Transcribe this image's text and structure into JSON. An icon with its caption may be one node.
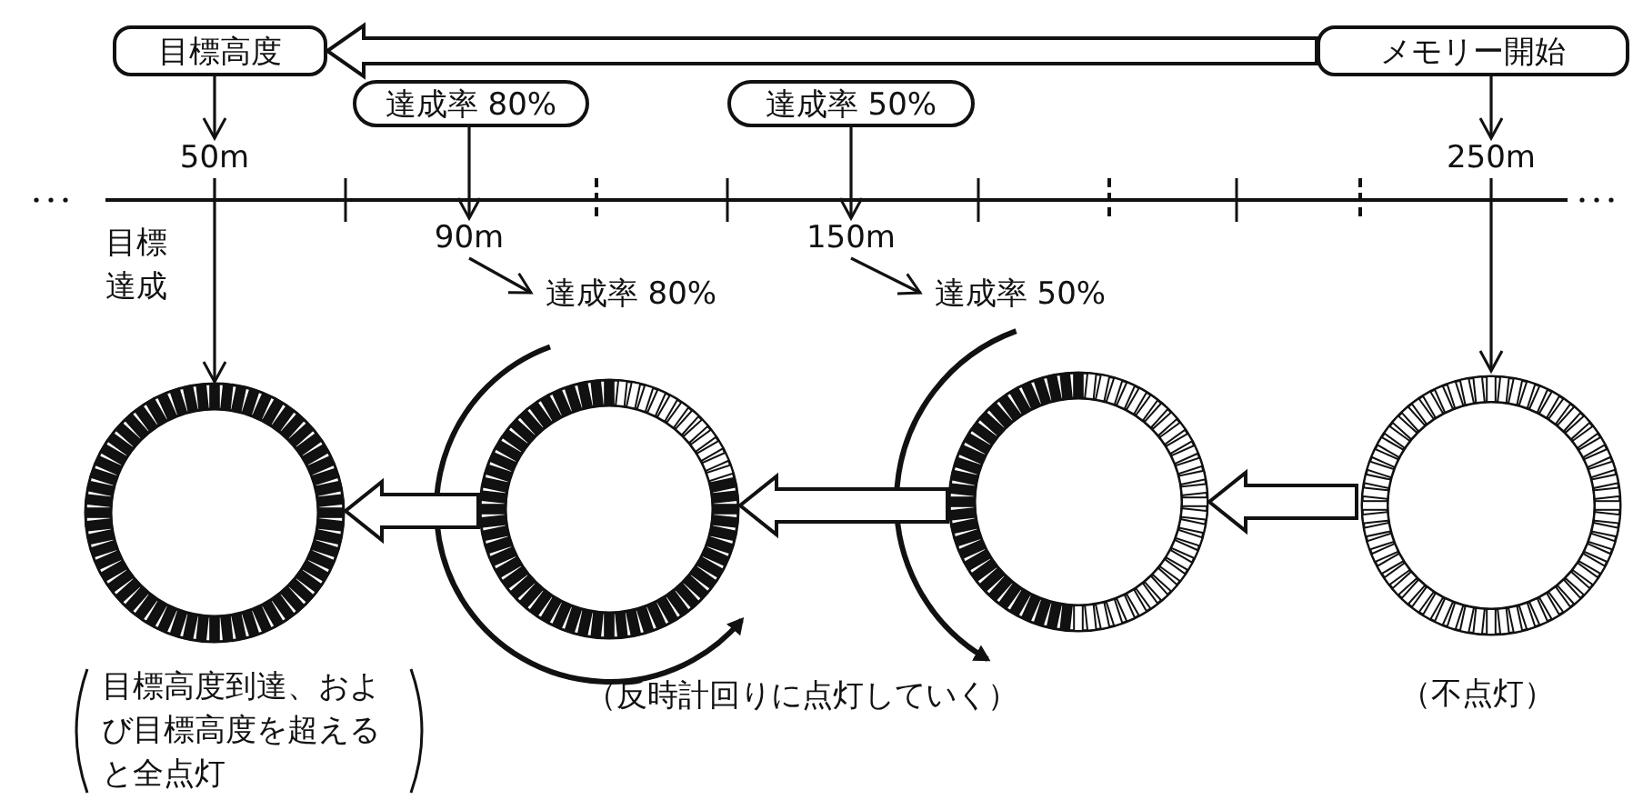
{
  "diagram": {
    "nodes": [
      {
        "text": [
          "目標高度"
        ]
      },
      {
        "text": [
          "メモリー開始"
        ]
      },
      {
        "text": [
          "達成率 80%"
        ]
      },
      {
        "text": [
          "達成率 50%"
        ]
      },
      {
        "text": [
          "50m"
        ]
      },
      {
        "text": [
          "250m"
        ]
      },
      {
        "text": [
          "90m"
        ]
      },
      {
        "text": [
          "150m"
        ]
      },
      {
        "text": [
          "達成率 80%"
        ]
      },
      {
        "text": [
          "達成率 50%"
        ]
      },
      {
        "text": [],
        "shape": "circle",
        "beside": [
          "目標高度到達、および目標高度を超えると全点灯"
        ]
      },
      {
        "text": [],
        "shape": "circle"
      },
      {
        "text": [],
        "shape": "circle"
      },
      {
        "text": [],
        "shape": "circle",
        "beside": [
          "（不点灯）"
        ]
      }
    ],
    "edges": [
      {
        "from": 1,
        "to": 0,
        "arrow": "to",
        "style": "thick"
      },
      {
        "from": 0,
        "to": 4,
        "arrow": "to"
      },
      {
        "from": 2,
        "to": 6,
        "arrow": "to"
      },
      {
        "from": 3,
        "to": 7,
        "arrow": "to"
      },
      {
        "from": 1,
        "to": 5,
        "arrow": "to"
      },
      {
        "from": 4,
        "to": 10,
        "arrow": "to"
      },
      {
        "from": 5,
        "to": 13,
        "arrow": "to"
      },
      {
        "from": 6,
        "to": 8,
        "arrow": "to"
      },
      {
        "from": 7,
        "to": 9,
        "arrow": "to"
      },
      {
        "from": 13,
        "to": 12,
        "arrow": "to",
        "style": "thick"
      },
      {
        "from": 12,
        "to": 11,
        "arrow": "to",
        "style": "thick"
      },
      {
        "from": 11,
        "to": 10,
        "arrow": "to",
        "style": "thick"
      }
    ],
    "labels": [
      "目標達成",
      "（反時計回りに点灯していく）"
    ]
  }
}
